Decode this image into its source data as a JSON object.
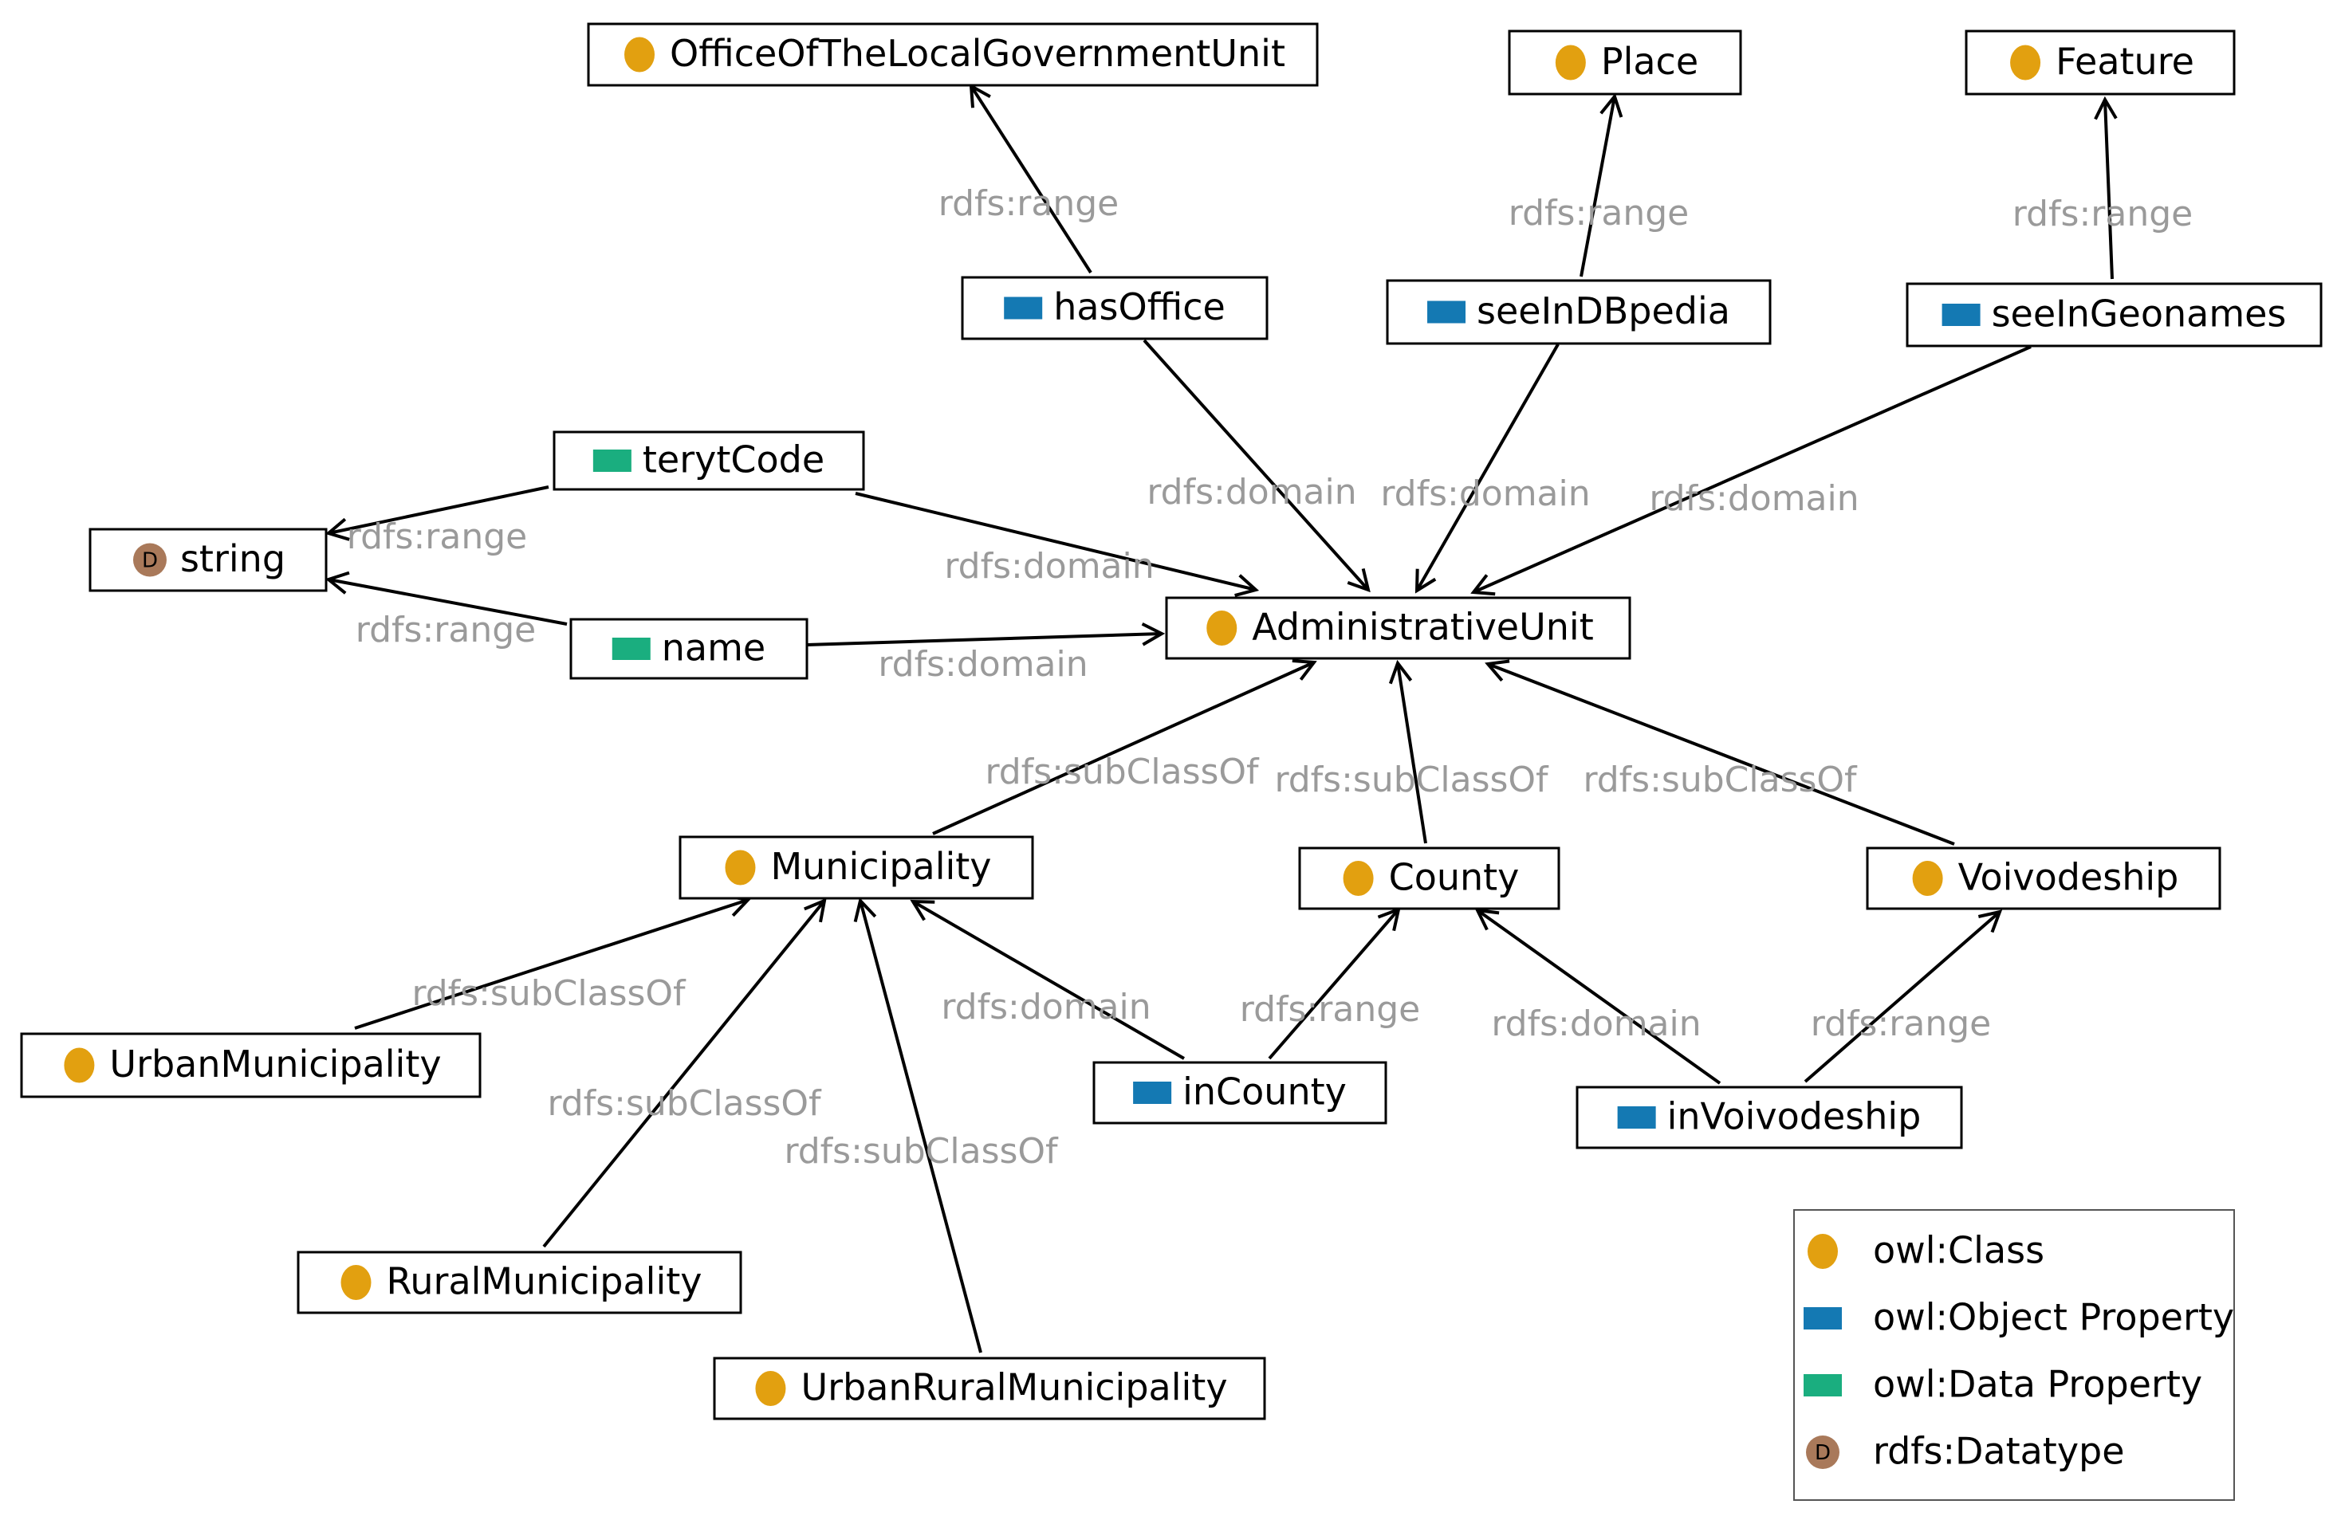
{
  "nodes": {
    "office": {
      "label": "OfficeOfTheLocalGovernmentUnit",
      "type": "class"
    },
    "place": {
      "label": "Place",
      "type": "class"
    },
    "feature": {
      "label": "Feature",
      "type": "class"
    },
    "hasOffice": {
      "label": "hasOffice",
      "type": "object"
    },
    "seeInDBpedia": {
      "label": "seeInDBpedia",
      "type": "object"
    },
    "seeInGeonames": {
      "label": "seeInGeonames",
      "type": "object"
    },
    "terytCode": {
      "label": "terytCode",
      "type": "data"
    },
    "string": {
      "label": "string",
      "type": "datatype"
    },
    "name": {
      "label": "name",
      "type": "data"
    },
    "adminUnit": {
      "label": "AdministrativeUnit",
      "type": "class"
    },
    "municipality": {
      "label": "Municipality",
      "type": "class"
    },
    "county": {
      "label": "County",
      "type": "class"
    },
    "voivodeship": {
      "label": "Voivodeship",
      "type": "class"
    },
    "urbanMun": {
      "label": "UrbanMunicipality",
      "type": "class"
    },
    "inCounty": {
      "label": "inCounty",
      "type": "object"
    },
    "inVoivodeship": {
      "label": "inVoivodeship",
      "type": "object"
    },
    "ruralMun": {
      "label": "RuralMunicipality",
      "type": "class"
    },
    "urbanRuralMun": {
      "label": "UrbanRuralMunicipality",
      "type": "class"
    }
  },
  "edges": [
    {
      "from": "hasOffice",
      "to": "office",
      "label": "rdfs:range"
    },
    {
      "from": "seeInDBpedia",
      "to": "place",
      "label": "rdfs:range"
    },
    {
      "from": "seeInGeonames",
      "to": "feature",
      "label": "rdfs:range"
    },
    {
      "from": "hasOffice",
      "to": "adminUnit",
      "label": "rdfs:domain"
    },
    {
      "from": "seeInDBpedia",
      "to": "adminUnit",
      "label": "rdfs:domain"
    },
    {
      "from": "seeInGeonames",
      "to": "adminUnit",
      "label": "rdfs:domain"
    },
    {
      "from": "terytCode",
      "to": "string",
      "label": "rdfs:range"
    },
    {
      "from": "terytCode",
      "to": "adminUnit",
      "label": "rdfs:domain"
    },
    {
      "from": "name",
      "to": "string",
      "label": "rdfs:range"
    },
    {
      "from": "name",
      "to": "adminUnit",
      "label": "rdfs:domain"
    },
    {
      "from": "municipality",
      "to": "adminUnit",
      "label": "rdfs:subClassOf"
    },
    {
      "from": "county",
      "to": "adminUnit",
      "label": "rdfs:subClassOf"
    },
    {
      "from": "voivodeship",
      "to": "adminUnit",
      "label": "rdfs:subClassOf"
    },
    {
      "from": "urbanMun",
      "to": "municipality",
      "label": "rdfs:subClassOf"
    },
    {
      "from": "ruralMun",
      "to": "municipality",
      "label": "rdfs:subClassOf"
    },
    {
      "from": "urbanRuralMun",
      "to": "municipality",
      "label": "rdfs:subClassOf"
    },
    {
      "from": "inCounty",
      "to": "municipality",
      "label": "rdfs:domain"
    },
    {
      "from": "inCounty",
      "to": "county",
      "label": "rdfs:range"
    },
    {
      "from": "inVoivodeship",
      "to": "county",
      "label": "rdfs:domain"
    },
    {
      "from": "inVoivodeship",
      "to": "voivodeship",
      "label": "rdfs:range"
    }
  ],
  "legend": [
    {
      "type": "class",
      "label": "owl:Class"
    },
    {
      "type": "object",
      "label": "owl:Object Property"
    },
    {
      "type": "data",
      "label": "owl:Data Property"
    },
    {
      "type": "datatype",
      "label": "rdfs:Datatype"
    }
  ],
  "colors": {
    "class": "#E2A010",
    "object": "#1479B3",
    "data": "#1AAE7F",
    "datatype": "#A9795A",
    "edge_label": "#9a9a9a"
  },
  "icons": {
    "class": "class-circle-icon",
    "object": "object-property-rect-icon",
    "data": "data-property-rect-icon",
    "datatype": "datatype-d-circle-icon"
  },
  "datatype_glyph": "D"
}
